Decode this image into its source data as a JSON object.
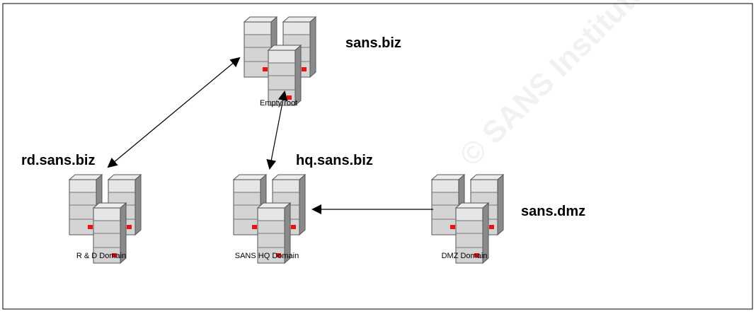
{
  "nodes": {
    "root": {
      "domain": "sans.biz",
      "caption": "Empty root"
    },
    "rd": {
      "domain": "rd.sans.biz",
      "caption": "R & D Domain"
    },
    "hq": {
      "domain": "hq.sans.biz",
      "caption": "SANS HQ Domain"
    },
    "dmz": {
      "domain": "sans.dmz",
      "caption": "DMZ Domain"
    }
  },
  "watermark": "© SANS Institute, Author retains full rights.",
  "colors": {
    "server_light": "#d4d4d4",
    "server_mid": "#a8a8a8",
    "server_dark": "#6e6e6e",
    "led": "#ee1111",
    "frame": "#000000"
  },
  "icons": [
    "server-cluster-icon"
  ]
}
